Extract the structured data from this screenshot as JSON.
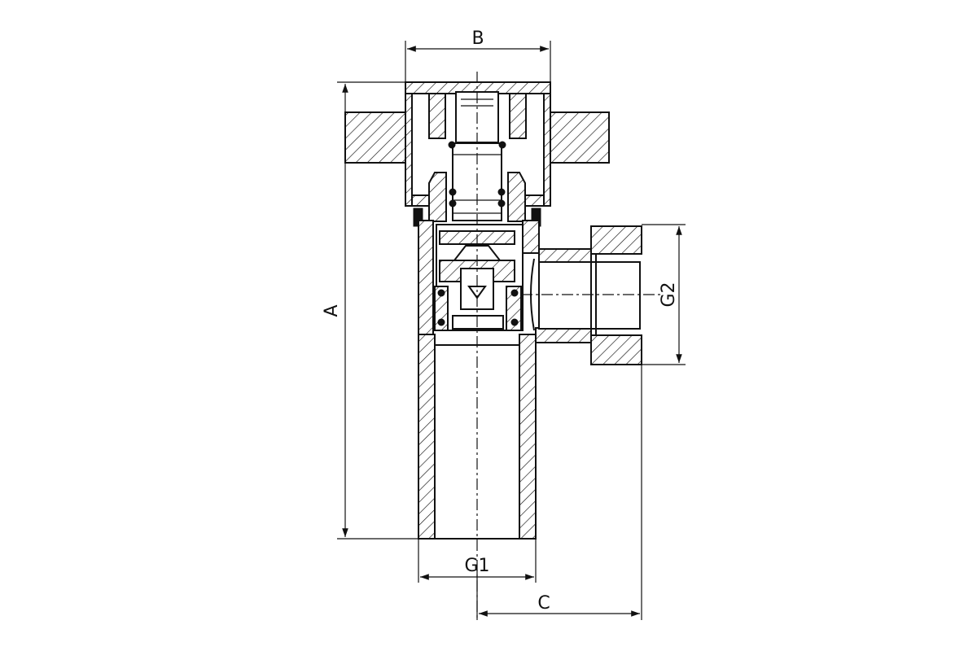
{
  "drawing": {
    "dimensions": [
      {
        "id": "A",
        "label": "A"
      },
      {
        "id": "B",
        "label": "B"
      },
      {
        "id": "C",
        "label": "C"
      },
      {
        "id": "G1",
        "label": "G1"
      },
      {
        "id": "G2",
        "label": "G2"
      }
    ],
    "colors": {
      "line": "#111111",
      "background": "#ffffff"
    }
  }
}
